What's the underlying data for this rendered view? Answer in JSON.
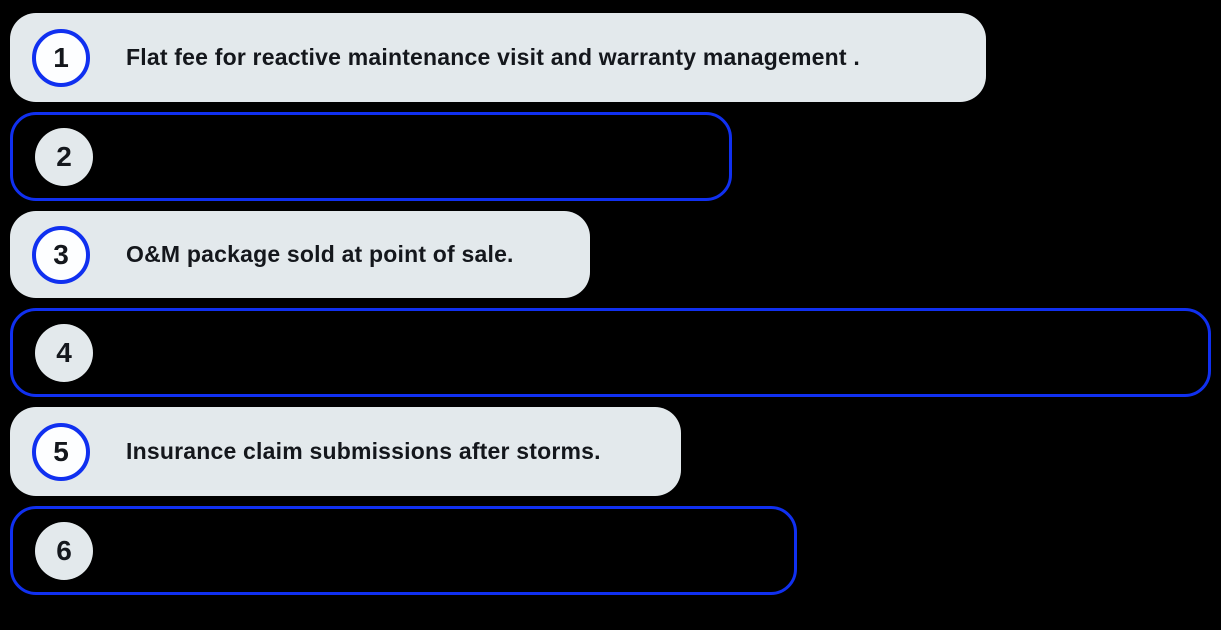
{
  "colors": {
    "background": "#000000",
    "accent_blue": "#1030f0",
    "pill_background": "#e3e9ec",
    "circle_fill_white": "#fdfeff",
    "text_dark": "#14171c"
  },
  "items": [
    {
      "number": "1",
      "text": "Flat fee for reactive maintenance visit and warranty management .",
      "variant": "filled-pill"
    },
    {
      "number": "2",
      "text": "",
      "variant": "blue-outline"
    },
    {
      "number": "3",
      "text": "O&M package sold at point of sale.",
      "variant": "filled-pill"
    },
    {
      "number": "4",
      "text": "",
      "variant": "blue-outline"
    },
    {
      "number": "5",
      "text": "Insurance claim submissions after storms.",
      "variant": "filled-pill"
    },
    {
      "number": "6",
      "text": "",
      "variant": "blue-outline"
    }
  ]
}
